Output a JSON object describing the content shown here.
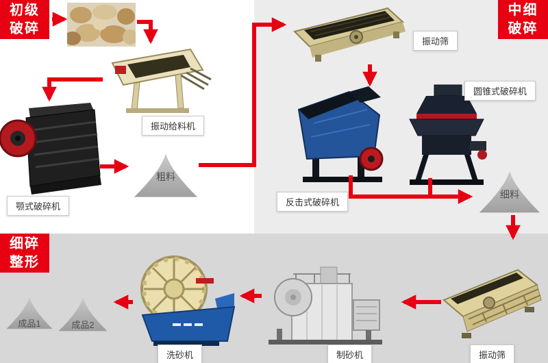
{
  "stages": {
    "primary": {
      "line1": "初级",
      "line2": "破碎"
    },
    "medium_fine": {
      "line1": "中细",
      "line2": "破碎"
    },
    "fine_shaping": {
      "line1": "细碎",
      "line2": "整形"
    }
  },
  "equipment_labels": {
    "vibrating_feeder": "振动给料机",
    "jaw_crusher": "颚式破碎机",
    "vibrating_screen_top": "振动筛",
    "cone_crusher": "圆锥式破碎机",
    "impact_crusher": "反击式破碎机",
    "sand_washer": "洗砂机",
    "sand_maker": "制砂机",
    "vibrating_screen_bottom": "振动筛"
  },
  "materials": {
    "coarse": "粗料",
    "fine": "细料",
    "product1": "成品1",
    "product2": "成品2"
  },
  "colors": {
    "accent_red": "#e60012",
    "label_border": "#c9c9c9",
    "pile_gray_light": "#c7c7c7",
    "pile_gray_dark": "#a0a0a0",
    "bg_right": "#ececec",
    "bg_bottom": "#d7d7d7"
  }
}
